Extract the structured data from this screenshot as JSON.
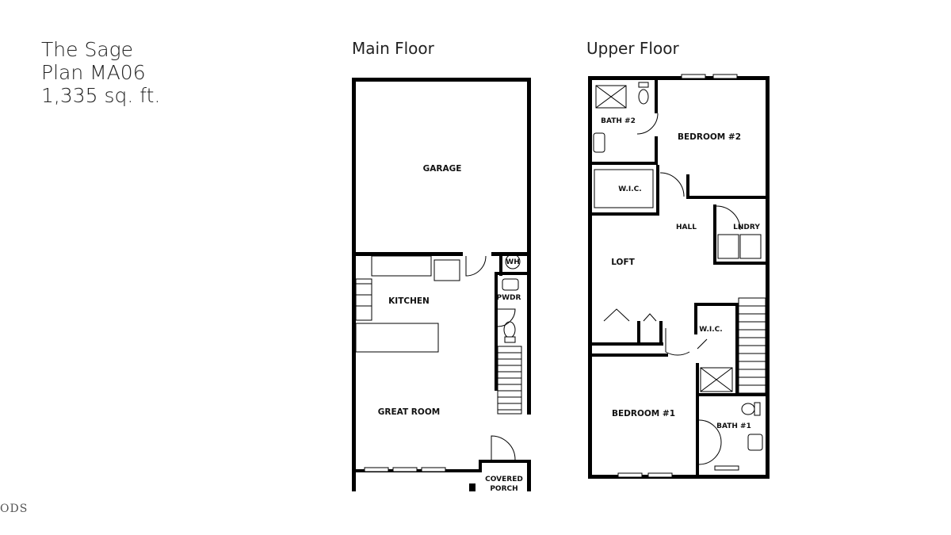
{
  "plan": {
    "name": "The Sage",
    "plan_code": "Plan MA06",
    "area": "1,335 sq. ft."
  },
  "main_floor": {
    "title": "Main Floor",
    "rooms": {
      "garage": "GARAGE",
      "kitchen": "KITCHEN",
      "great_room": "GREAT ROOM",
      "powder": "PWDR",
      "water_heater": "WH",
      "porch_line1": "COVERED",
      "porch_line2": "PORCH"
    }
  },
  "upper_floor": {
    "title": "Upper Floor",
    "rooms": {
      "bath2": "BATH #2",
      "bedroom2": "BEDROOM #2",
      "wic_upper": "W.I.C.",
      "hall": "HALL",
      "laundry": "LNDRY",
      "loft": "LOFT",
      "wic_lower": "W.I.C.",
      "bedroom1": "BEDROOM #1",
      "bath1": "BATH #1"
    }
  },
  "watermark": "ODS"
}
